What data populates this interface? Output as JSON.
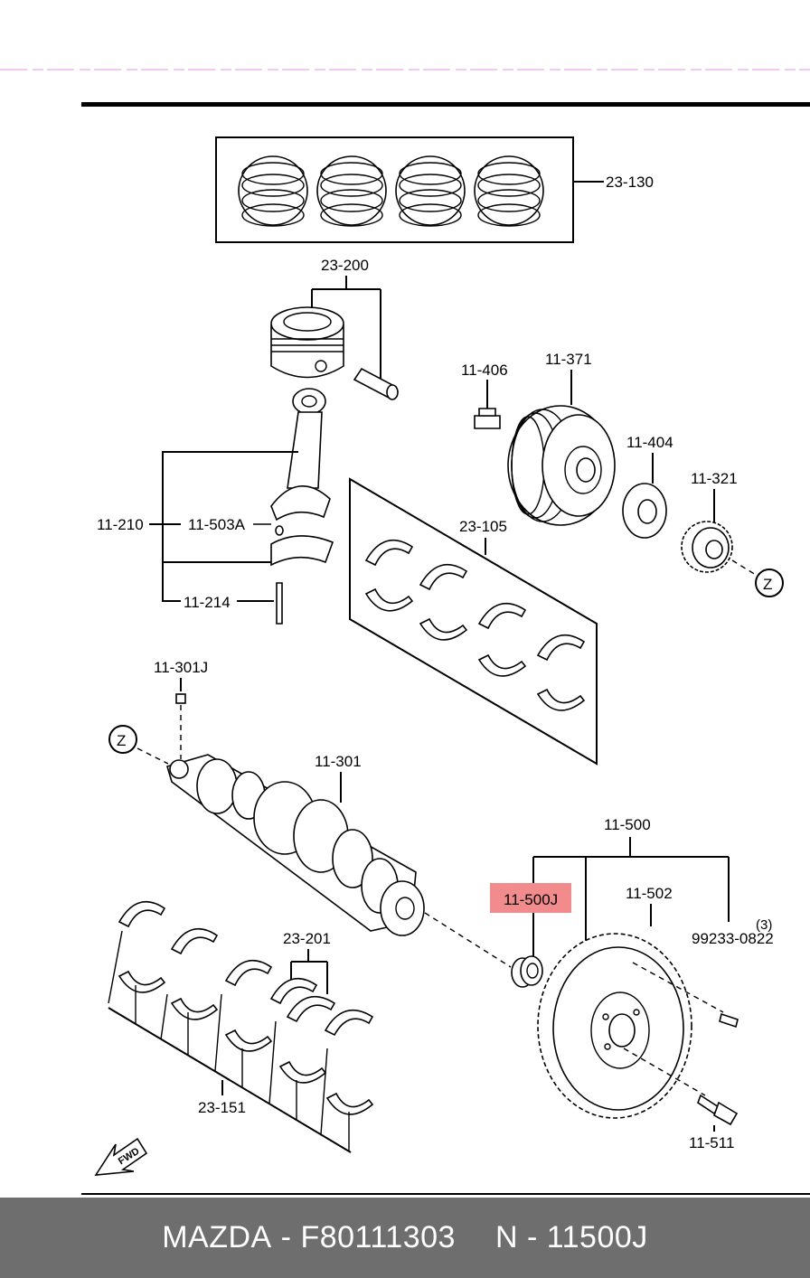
{
  "diagram": {
    "highlight_color": "#f28b8b",
    "callouts": {
      "c_23_130": "23-130",
      "c_23_200": "23-200",
      "c_11_406": "11-406",
      "c_11_371": "11-371",
      "c_11_404": "11-404",
      "c_11_321": "11-321",
      "c_11_210": "11-210",
      "c_11_503a": "11-503A",
      "c_11_214": "11-214",
      "c_23_105": "23-105",
      "c_11_301j": "11-301J",
      "c_11_301": "11-301",
      "c_11_500": "11-500",
      "c_11_500j": "11-500J",
      "c_11_502": "11-502",
      "c_99233": "99233-0822",
      "c_qty": "(3)",
      "c_23_201": "23-201",
      "c_23_151": "23-151",
      "c_11_511": "11-511"
    },
    "ref_mark": "Z",
    "fwd_label": "FWD"
  },
  "footer": {
    "brand": "MAZDA",
    "sep": "-",
    "catalog_number": "F80111303",
    "part_prefix": "N",
    "part_sep": "-",
    "part_number": "11500J"
  }
}
